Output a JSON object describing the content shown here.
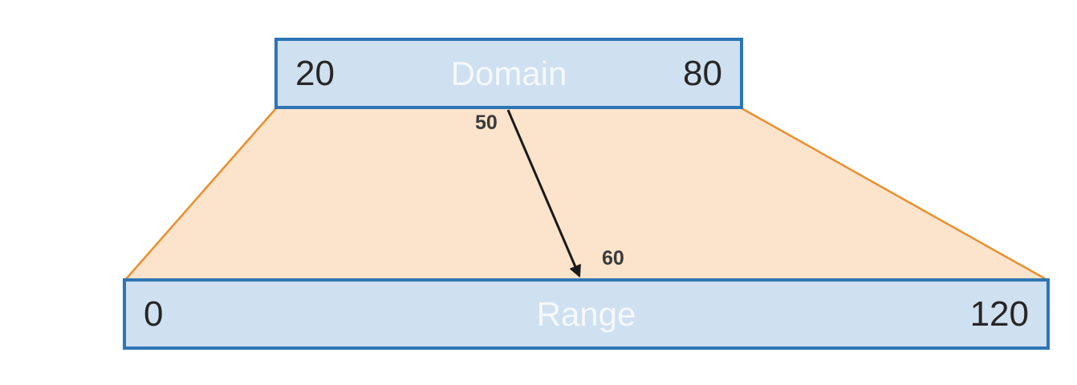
{
  "diagram": {
    "domain_box": {
      "label": "Domain",
      "min": "20",
      "max": "80"
    },
    "range_box": {
      "label": "Range",
      "min": "0",
      "max": "120"
    },
    "mapping": {
      "input": "50",
      "output": "60"
    }
  },
  "colors": {
    "box_fill": "#CFE0F0",
    "box_border": "#2E75B6",
    "trapezoid_fill": "#FBE3CC",
    "trapezoid_edge": "#E8902F",
    "arrow": "#1A1A1A",
    "value_text": "#262626",
    "box_label_text": "#F5F8FC",
    "annotation_text": "#3A3A3A",
    "background": "#FFFFFF"
  }
}
